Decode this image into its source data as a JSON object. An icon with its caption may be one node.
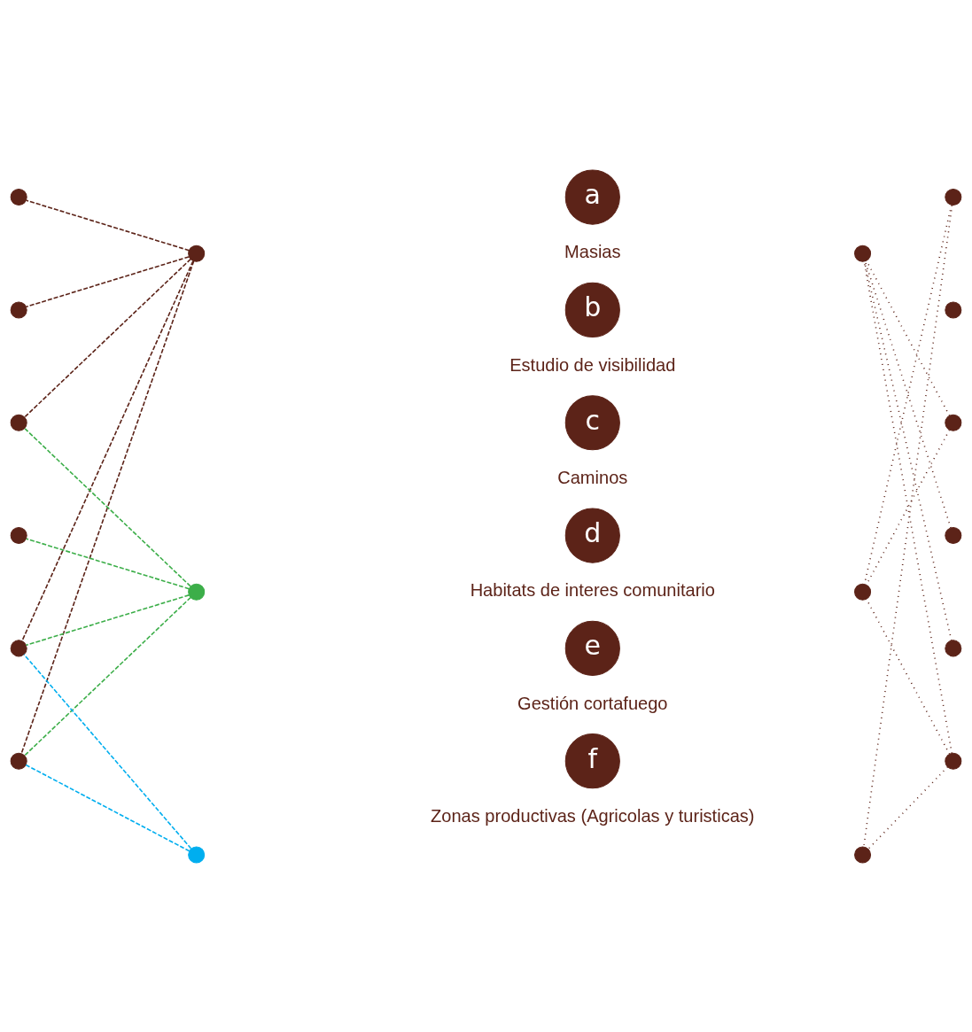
{
  "diagram": {
    "nodes": [
      {
        "text": [],
        "shape": "circle"
      },
      {
        "text": [],
        "shape": "circle"
      },
      {
        "text": [],
        "shape": "circle"
      },
      {
        "text": [],
        "shape": "circle"
      },
      {
        "text": [
          "a"
        ],
        "beside": [
          "Masias"
        ]
      },
      {
        "text": [],
        "shape": "circle"
      },
      {
        "text": [],
        "shape": "circle"
      },
      {
        "text": [
          "b"
        ],
        "beside": [
          "Estudio de visibilidad"
        ]
      },
      {
        "text": [],
        "shape": "circle"
      },
      {
        "text": [],
        "shape": "circle"
      },
      {
        "text": [
          "c"
        ],
        "beside": [
          "Caminos"
        ]
      },
      {
        "text": [],
        "shape": "circle"
      },
      {
        "text": [],
        "shape": "circle"
      },
      {
        "text": [
          "d"
        ],
        "beside": [
          "Habitats de interes comunitario"
        ]
      },
      {
        "text": [],
        "shape": "circle"
      },
      {
        "text": [],
        "shape": "circle"
      },
      {
        "text": [
          "e"
        ],
        "beside": [
          "Gestión cortafuego"
        ]
      },
      {
        "text": [],
        "shape": "circle"
      },
      {
        "text": [],
        "shape": "circle"
      },
      {
        "text": [
          "f"
        ],
        "beside": [
          "Zonas productivas (Agricolas y turisticas)"
        ]
      },
      {
        "text": [],
        "shape": "circle"
      },
      {
        "text": [],
        "shape": "circle"
      },
      {
        "text": [],
        "shape": "circle"
      },
      {
        "text": [],
        "shape": "circle"
      }
    ],
    "edges": [
      {
        "from": 0,
        "to": 3,
        "arrow": "none",
        "style": "dashed"
      },
      {
        "from": 0,
        "to": 6,
        "arrow": "none",
        "style": "dashed"
      },
      {
        "from": 0,
        "to": 9,
        "arrow": "none",
        "style": "dashed"
      },
      {
        "from": 0,
        "to": 15,
        "arrow": "none",
        "style": "dashed"
      },
      {
        "from": 0,
        "to": 18,
        "arrow": "none",
        "style": "dashed"
      },
      {
        "from": 1,
        "to": 9,
        "arrow": "none",
        "style": "dashed",
        "color": "#3cae49"
      },
      {
        "from": 1,
        "to": 12,
        "arrow": "none",
        "style": "dashed",
        "color": "#3cae49"
      },
      {
        "from": 1,
        "to": 15,
        "arrow": "none",
        "style": "dashed",
        "color": "#3cae49"
      },
      {
        "from": 1,
        "to": 18,
        "arrow": "none",
        "style": "dashed",
        "color": "#3cae49"
      },
      {
        "from": 2,
        "to": 15,
        "arrow": "none",
        "style": "dashed",
        "color": "#00aeef"
      },
      {
        "from": 2,
        "to": 18,
        "arrow": "none",
        "style": "dashed",
        "color": "#00aeef"
      },
      {
        "from": 5,
        "to": 22,
        "arrow": "none"
      },
      {
        "from": 5,
        "to": 23,
        "arrow": "none"
      },
      {
        "from": 11,
        "to": 21,
        "arrow": "none"
      },
      {
        "from": 11,
        "to": 22,
        "arrow": "none"
      },
      {
        "from": 14,
        "to": 21,
        "arrow": "none"
      },
      {
        "from": 17,
        "to": 21,
        "arrow": "none"
      },
      {
        "from": 20,
        "to": 21,
        "arrow": "none"
      },
      {
        "from": 20,
        "to": 22,
        "arrow": "none"
      },
      {
        "from": 20,
        "to": 23,
        "arrow": "none"
      }
    ]
  }
}
